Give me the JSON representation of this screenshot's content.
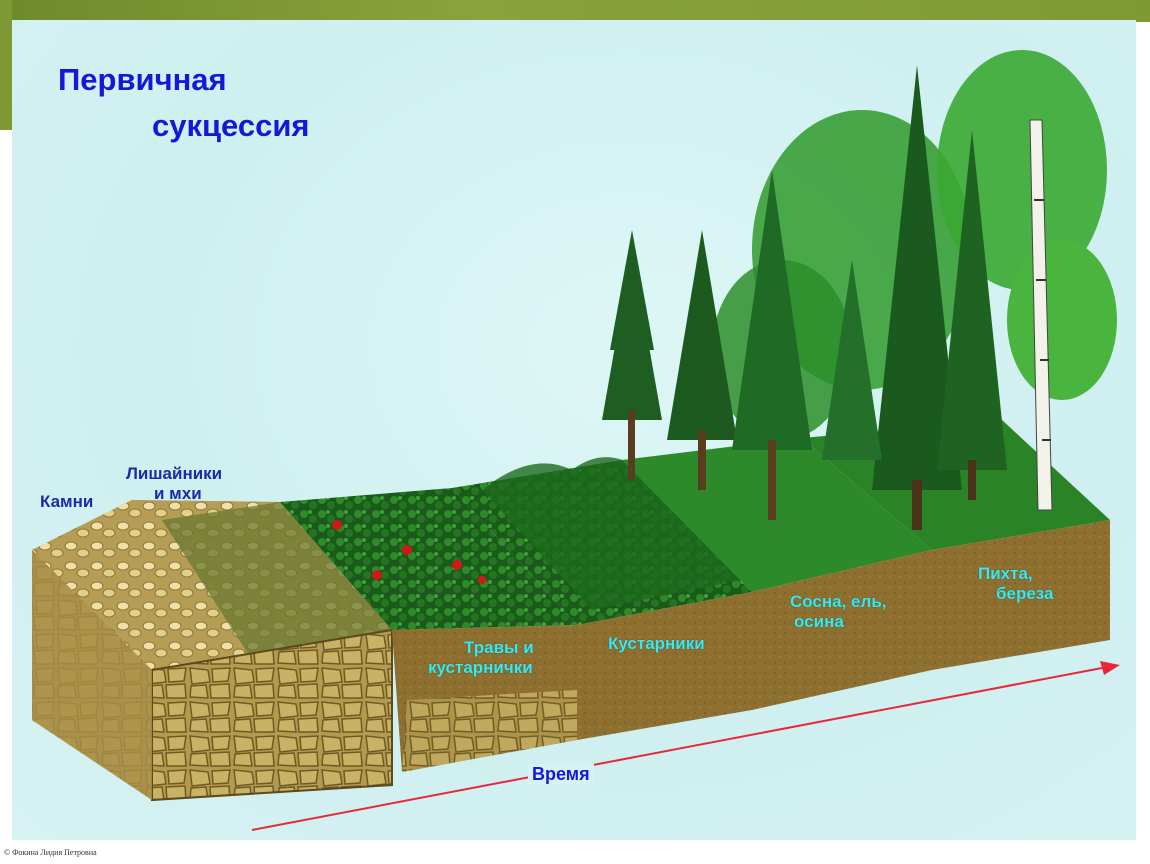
{
  "title": {
    "line1": "Первичная",
    "line2": "сукцессия"
  },
  "stages": [
    {
      "label_lines": [
        "Камни"
      ]
    },
    {
      "label_lines": [
        "Лишайники",
        "и мхи"
      ]
    },
    {
      "label_lines": [
        "Травы и",
        "кустарнички"
      ]
    },
    {
      "label_lines": [
        "Кустарники"
      ]
    },
    {
      "label_lines": [
        "Сосна, ель,",
        "осина"
      ]
    },
    {
      "label_lines": [
        "Пихта,",
        "береза"
      ]
    }
  ],
  "time_axis": {
    "label": "Время",
    "arrow_color": "#e8283a"
  },
  "colors": {
    "title": "#1717d6",
    "label_dark": "#1a2aa8",
    "label_cyan": "#3ee6ee",
    "soil": "#8a6a2a",
    "foliage": "#1f7a1f",
    "frame": "#7f9a35"
  },
  "copyright": "© Фокина Лидия Петровна"
}
